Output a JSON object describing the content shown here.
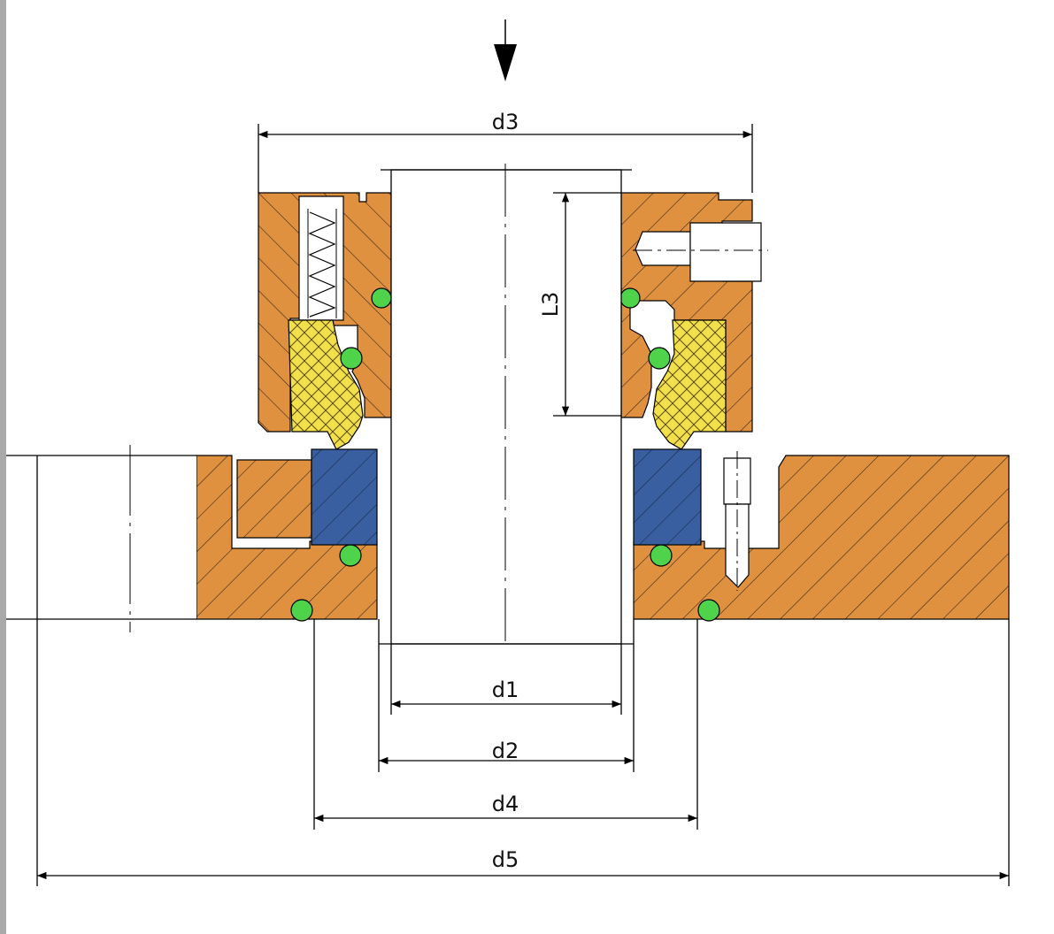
{
  "dimensions": {
    "d1": "d1",
    "d2": "d2",
    "d3": "d3",
    "d4": "d4",
    "d5": "d5",
    "L3": "L3"
  },
  "colors": {
    "housing": "#e0913f",
    "carbon_ring": "#f2e04a",
    "seat": "#3a5fa0",
    "o_ring": "#4fd34a",
    "frame": "#a9a9a9"
  }
}
